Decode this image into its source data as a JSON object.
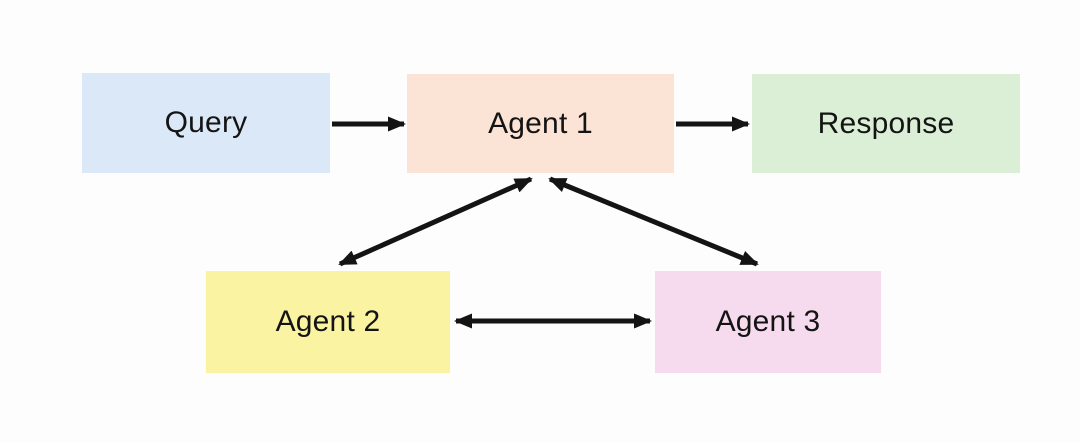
{
  "diagram": {
    "background_color": "#fdfdfd",
    "arrow_color": "#141414",
    "text_color": "#141414",
    "nodes": [
      {
        "id": "query",
        "label": "Query",
        "fill": "#dbe8f7"
      },
      {
        "id": "agent1",
        "label": "Agent 1",
        "fill": "#fbe3d5"
      },
      {
        "id": "response",
        "label": "Response",
        "fill": "#daefd5"
      },
      {
        "id": "agent2",
        "label": "Agent 2",
        "fill": "#faf3a2"
      },
      {
        "id": "agent3",
        "label": "Agent 3",
        "fill": "#f6dbef"
      }
    ],
    "edges": [
      {
        "from": "query",
        "to": "agent1",
        "direction": "one-way"
      },
      {
        "from": "agent1",
        "to": "response",
        "direction": "one-way"
      },
      {
        "from": "agent1",
        "to": "agent2",
        "direction": "two-way"
      },
      {
        "from": "agent1",
        "to": "agent3",
        "direction": "two-way"
      },
      {
        "from": "agent2",
        "to": "agent3",
        "direction": "two-way"
      }
    ]
  }
}
